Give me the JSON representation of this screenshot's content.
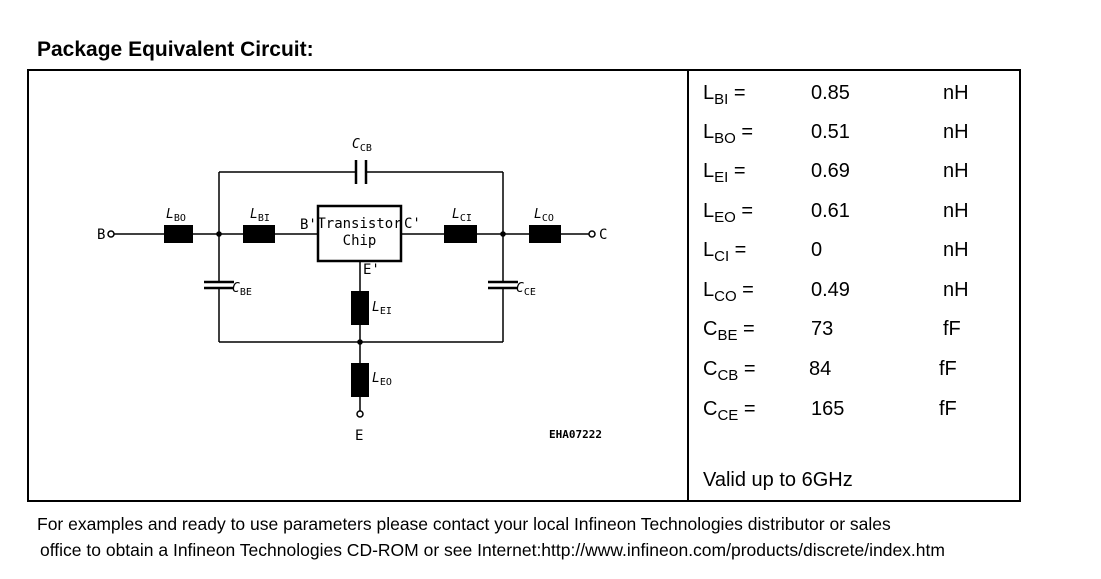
{
  "title": "Package Equivalent Circuit:",
  "circuit": {
    "labels": {
      "b": "B",
      "c": "C",
      "e": "E",
      "b_prime": "B'",
      "c_prime": "C'",
      "e_prime": "E'",
      "chip_line1": "Transistor",
      "chip_line2": "Chip",
      "drawing_id": "EHA07222"
    },
    "components": [
      {
        "id": "lbo",
        "sym": "L",
        "sub": "BO"
      },
      {
        "id": "lbi",
        "sym": "L",
        "sub": "BI"
      },
      {
        "id": "lci",
        "sym": "L",
        "sub": "CI"
      },
      {
        "id": "lco",
        "sym": "L",
        "sub": "CO"
      },
      {
        "id": "lei",
        "sym": "L",
        "sub": "EI"
      },
      {
        "id": "leo",
        "sym": "L",
        "sub": "EO"
      },
      {
        "id": "ccb",
        "sym": "C",
        "sub": "CB"
      },
      {
        "id": "cbe",
        "sym": "C",
        "sub": "BE"
      },
      {
        "id": "cce",
        "sym": "C",
        "sub": "CE"
      }
    ]
  },
  "params": [
    {
      "sym": "L",
      "sub": "BI",
      "value": "0.85",
      "unit": "nH"
    },
    {
      "sym": "L",
      "sub": "BO",
      "value": "0.51",
      "unit": "nH"
    },
    {
      "sym": "L",
      "sub": "EI",
      "value": "0.69",
      "unit": "nH"
    },
    {
      "sym": "L",
      "sub": "EO",
      "value": "0.61",
      "unit": "nH"
    },
    {
      "sym": "L",
      "sub": "CI",
      "value": "0",
      "unit": "nH"
    },
    {
      "sym": "L",
      "sub": "CO",
      "value": "0.49",
      "unit": "nH"
    },
    {
      "sym": "C",
      "sub": "BE",
      "value": "73",
      "unit": "fF"
    },
    {
      "sym": "C",
      "sub": "CB",
      "value": "84",
      "unit": "fF"
    },
    {
      "sym": "C",
      "sub": "CE",
      "value": "165",
      "unit": "fF"
    }
  ],
  "valid_text": "Valid up to 6GHz",
  "footer": {
    "line1": "For examples and ready to use parameters please contact your local Infineon Technologies distributor or sales",
    "line2": "office to obtain a Infineon Technologies CD-ROM or see Internet:http://www.infineon.com/products/discrete/index.htm"
  }
}
